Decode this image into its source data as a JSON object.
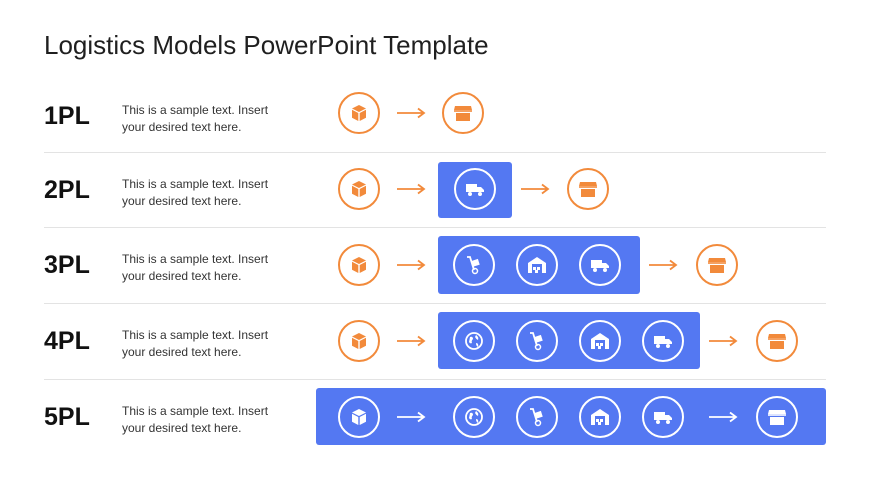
{
  "title": "Logistics Models PowerPoint Template",
  "rows": [
    {
      "label": "1PL",
      "text": "This is a sample text. Insert your desired text here."
    },
    {
      "label": "2PL",
      "text": "This is a sample text. Insert your desired text here."
    },
    {
      "label": "3PL",
      "text": "This is a sample text. Insert your desired text here."
    },
    {
      "label": "4PL",
      "text": "This is a sample text. Insert your desired text here."
    },
    {
      "label": "5PL",
      "text": "This is a sample text. Insert your desired text here."
    }
  ],
  "colors": {
    "orange": "#f28a3b",
    "blue": "#5478f2"
  },
  "icons": [
    "package-icon",
    "store-icon",
    "truck-icon",
    "hand-truck-icon",
    "warehouse-icon",
    "globe-icon",
    "right-arrow-icon"
  ]
}
